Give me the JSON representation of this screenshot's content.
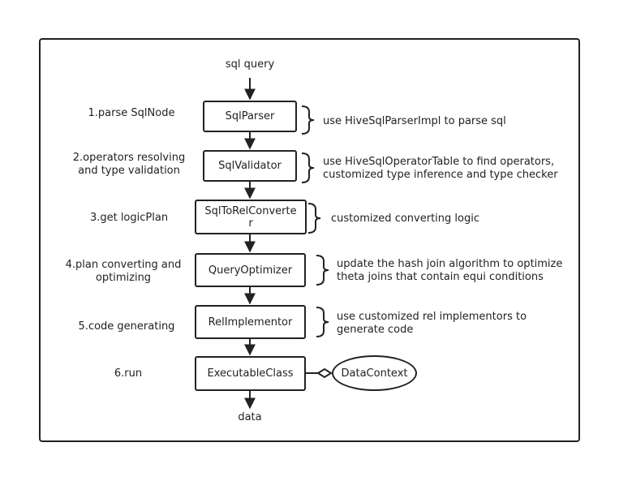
{
  "input_label": "sql query",
  "output_label": "data",
  "steps": [
    {
      "label": "1.parse SqlNode",
      "box": "SqlParser",
      "note": "use HiveSqlParserImpl to parse sql"
    },
    {
      "label": "2.operators resolving\nand type validation",
      "box": "SqlValidator",
      "note": "use HiveSqlOperatorTable to find operators,\ncustomized type inference and type checker"
    },
    {
      "label": "3.get logicPlan",
      "box": "SqlToRelConverte\nr",
      "note": "customized converting logic"
    },
    {
      "label": "4.plan converting and\noptimizing",
      "box": "QueryOptimizer",
      "note": "update the hash join algorithm to optimize\ntheta joins that contain equi conditions"
    },
    {
      "label": "5.code generating",
      "box": "RelImplementor",
      "note": "use customized rel implementors  to\ngenerate code"
    },
    {
      "label": "6.run",
      "box": "ExecutableClass",
      "note": ""
    }
  ],
  "data_context": "DataContext",
  "colors": {
    "stroke": "#222222",
    "background": "#ffffff"
  }
}
